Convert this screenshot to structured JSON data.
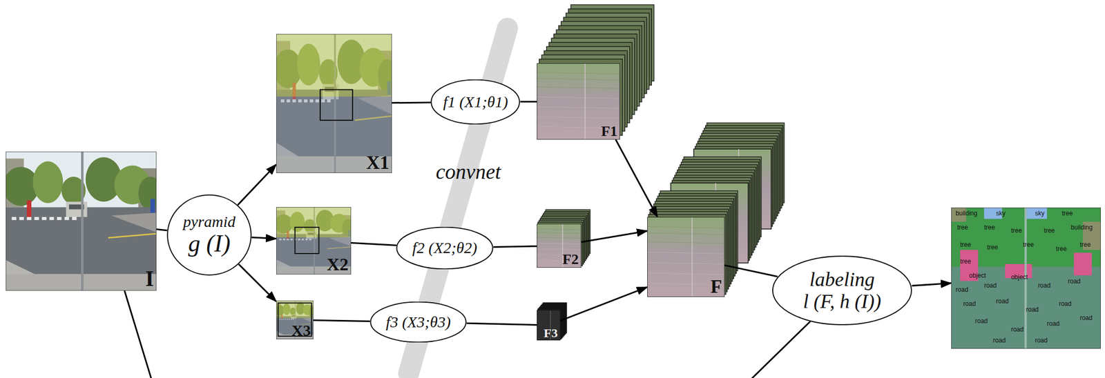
{
  "diagram": {
    "nodes": [
      {
        "text": [
          "I"
        ]
      },
      {
        "text": [
          "pyramid",
          "g (I)"
        ]
      },
      {
        "text": [
          "X1"
        ]
      },
      {
        "text": [
          "X2"
        ]
      },
      {
        "text": [
          "X3"
        ]
      },
      {
        "text": [
          "f1 (X1;θ1)"
        ]
      },
      {
        "text": [
          "f2 (X2;θ2)"
        ]
      },
      {
        "text": [
          "f3 (X3;θ3)"
        ]
      },
      {
        "text": [
          "F1"
        ]
      },
      {
        "text": [
          "F2"
        ]
      },
      {
        "text": [
          "F3"
        ]
      },
      {
        "text": [
          "F"
        ]
      },
      {
        "text": [
          "labeling",
          "l (F, h (I))"
        ]
      },
      {
        "text": [
          "building",
          "sky",
          "sky",
          "tree",
          "building",
          "tree",
          "tree",
          "tree",
          "tree",
          "tree",
          "tree",
          "tree",
          "tree",
          "tree",
          "tree",
          "object",
          "road",
          "road",
          "object",
          "road",
          "road",
          "road",
          "road",
          "road",
          "road",
          "road",
          "road",
          "road",
          "road",
          "road",
          "road"
        ]
      }
    ],
    "edges": [
      {
        "from": 0,
        "to": 1,
        "arrow": "none"
      },
      {
        "from": 1,
        "to": 2,
        "arrow": "to"
      },
      {
        "from": 1,
        "to": 3,
        "arrow": "to"
      },
      {
        "from": 1,
        "to": 4,
        "arrow": "to"
      },
      {
        "from": 2,
        "to": 5,
        "arrow": "none"
      },
      {
        "from": 5,
        "to": 8,
        "arrow": "none"
      },
      {
        "from": 3,
        "to": 6,
        "arrow": "none"
      },
      {
        "from": 6,
        "to": 9,
        "arrow": "none"
      },
      {
        "from": 4,
        "to": 7,
        "arrow": "none"
      },
      {
        "from": 7,
        "to": 10,
        "arrow": "none"
      },
      {
        "from": 8,
        "to": 11,
        "arrow": "to"
      },
      {
        "from": 9,
        "to": 11,
        "arrow": "to"
      },
      {
        "from": 10,
        "to": 11,
        "arrow": "to"
      },
      {
        "from": 11,
        "to": 12,
        "arrow": "none"
      },
      {
        "from": 12,
        "to": 13,
        "arrow": "to"
      },
      {
        "from": 0,
        "to": 12,
        "arrow": "none"
      }
    ],
    "labels": [
      "convnet"
    ]
  }
}
